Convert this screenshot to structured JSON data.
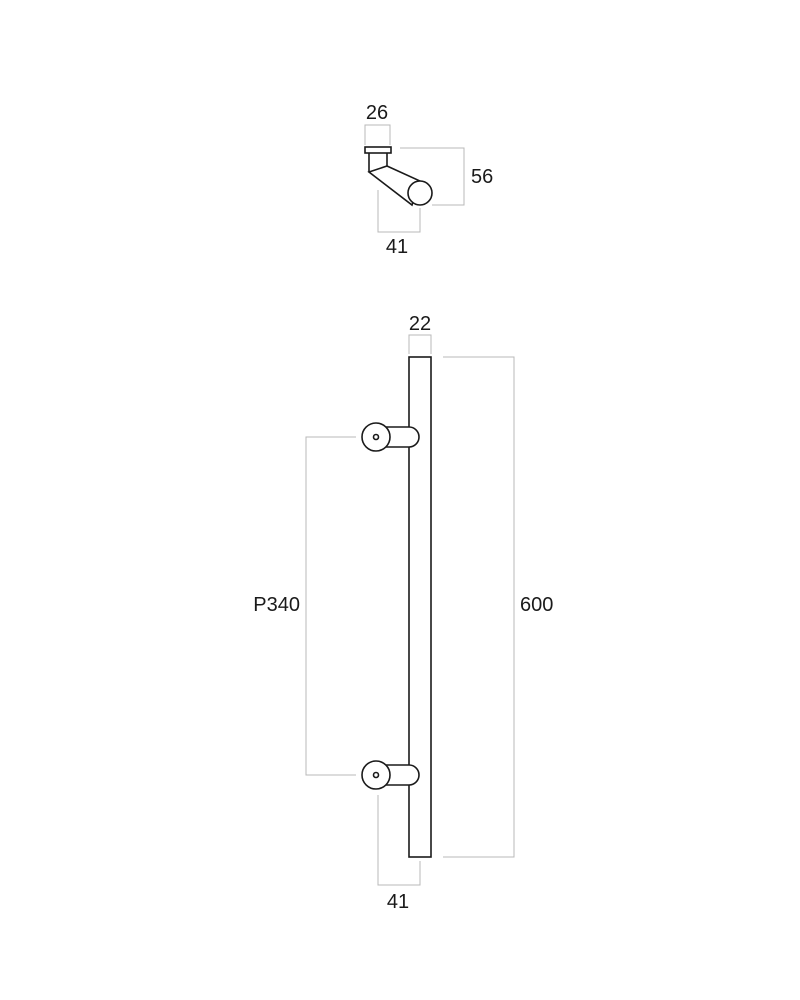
{
  "colors": {
    "stroke": "#1a1a1a",
    "dimension": "#b8b8b8",
    "background": "#ffffff"
  },
  "side_view": {
    "width_label": "26",
    "height_label": "56",
    "depth_label": "41"
  },
  "front_view": {
    "bar_width_label": "22",
    "pitch_label": "P340",
    "length_label": "600",
    "depth_label": "41"
  }
}
